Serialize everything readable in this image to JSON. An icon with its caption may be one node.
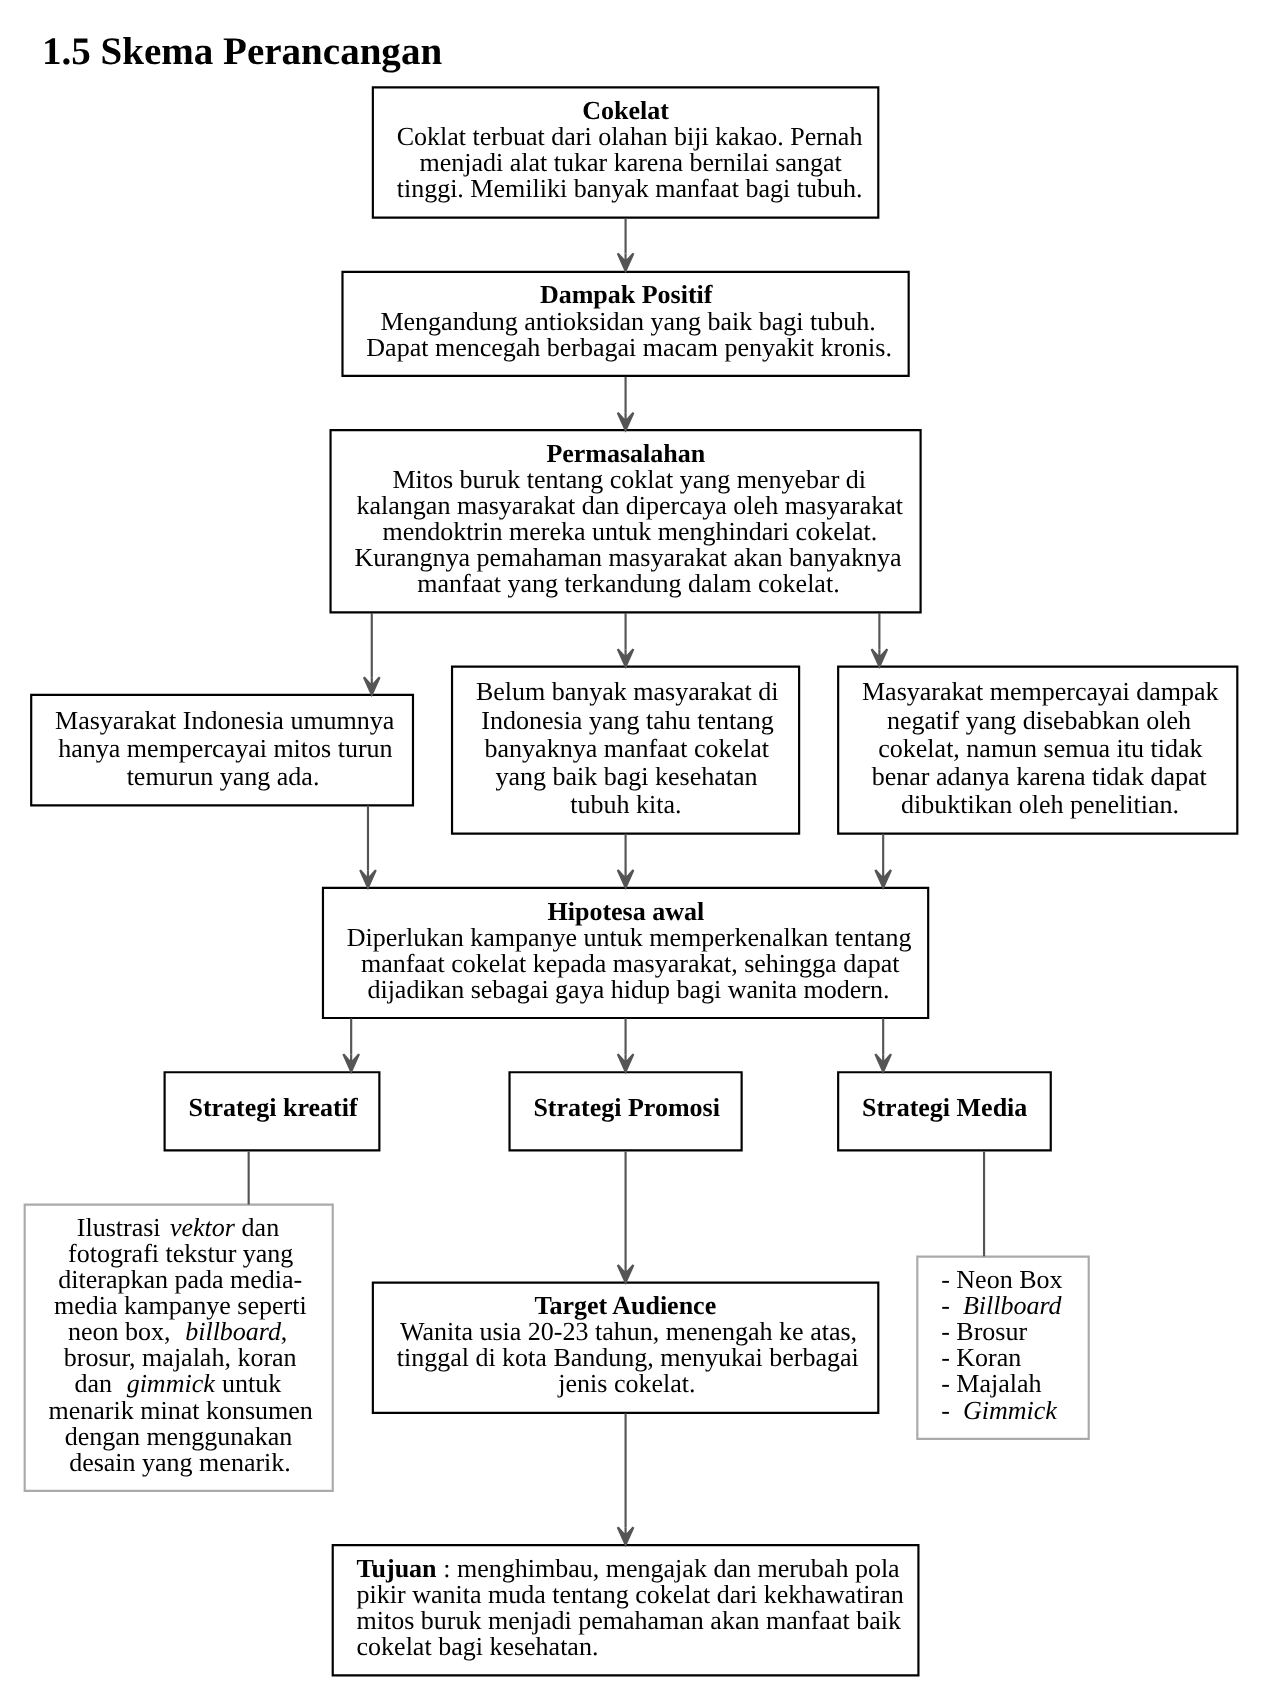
{
  "diagram": {
    "title": "1.5 Skema Perancangan",
    "nodes": [
      {
        "text": [
          "Cokelat",
          "Coklat terbuat dari olahan biji kakao. Pernah menjadi alat tukar karena bernilai sangat tinggi. Memiliki banyak manfaat bagi tubuh."
        ]
      },
      {
        "text": [
          "Dampak Positif",
          "Mengandung antioksidan yang baik bagi tubuh. Dapat mencegah berbagai macam penyakit kronis."
        ]
      },
      {
        "text": [
          "Permasalahan",
          "Mitos buruk tentang coklat yang menyebar di kalangan masyarakat dan dipercaya oleh masyarakat mendoktrin mereka untuk menghindari cokelat. Kurangnya pemahaman masyarakat akan banyaknya manfaat yang terkandung dalam cokelat."
        ]
      },
      {
        "text": [
          "Masyarakat Indonesia umumnya hanya mempercayai mitos turun temurun yang ada."
        ]
      },
      {
        "text": [
          "Belum banyak masyarakat di Indonesia yang tahu tentang banyaknya manfaat cokelat yang baik bagi kesehatan tubuh kita."
        ]
      },
      {
        "text": [
          "Masyarakat mempercayai dampak negatif yang disebabkan oleh cokelat, namun semua itu tidak benar adanya karena tidak dapat dibuktikan oleh penelitian."
        ]
      },
      {
        "text": [
          "Hipotesa awal",
          "Diperlukan kampanye untuk memperkenalkan tentang manfaat cokelat kepada masyarakat, sehingga dapat dijadikan sebagai gaya hidup bagi wanita modern."
        ]
      },
      {
        "text": [
          "Strategi kreatif"
        ]
      },
      {
        "text": [
          "Strategi Promosi"
        ]
      },
      {
        "text": [
          "Strategi Media"
        ]
      },
      {
        "text": [
          "Ilustrasi *vektor* dan fotografi tekstur yang diterapkan pada media-media kampanye seperti neon box, *billboard*, brosur, majalah, koran dan *gimmick* untuk menarik minat konsumen dengan menggunakan desain yang menarik."
        ]
      },
      {
        "text": [
          "Target Audience",
          "Wanita usia 20-23 tahun, menengah ke atas, tinggal di kota Bandung, menyukai berbagai jenis cokelat."
        ]
      },
      {
        "text": [
          "- Neon Box",
          "- *Billboard*",
          "- Brosur",
          "- Koran",
          "- Majalah",
          "- *Gimmick*"
        ]
      },
      {
        "text": [
          "**Tujuan** : menghimbau, mengajak dan merubah pola pikir wanita muda tentang cokelat dari kekhawatiran mitos buruk menjadi pemahaman akan manfaat baik cokelat bagi kesehatan."
        ]
      }
    ],
    "edges": [
      {
        "from": 0,
        "to": 1,
        "arrow": "to"
      },
      {
        "from": 1,
        "to": 2,
        "arrow": "to"
      },
      {
        "from": 2,
        "to": 3,
        "arrow": "to"
      },
      {
        "from": 2,
        "to": 4,
        "arrow": "to"
      },
      {
        "from": 2,
        "to": 5,
        "arrow": "to"
      },
      {
        "from": 3,
        "to": 6,
        "arrow": "to"
      },
      {
        "from": 4,
        "to": 6,
        "arrow": "to"
      },
      {
        "from": 5,
        "to": 6,
        "arrow": "to"
      },
      {
        "from": 6,
        "to": 7,
        "arrow": "to"
      },
      {
        "from": 6,
        "to": 8,
        "arrow": "to"
      },
      {
        "from": 6,
        "to": 9,
        "arrow": "to"
      },
      {
        "from": 7,
        "to": 10,
        "arrow": "none"
      },
      {
        "from": 8,
        "to": 11,
        "arrow": "to"
      },
      {
        "from": 11,
        "to": 13,
        "arrow": "to"
      },
      {
        "from": 9,
        "to": 12,
        "arrow": "none"
      }
    ]
  }
}
